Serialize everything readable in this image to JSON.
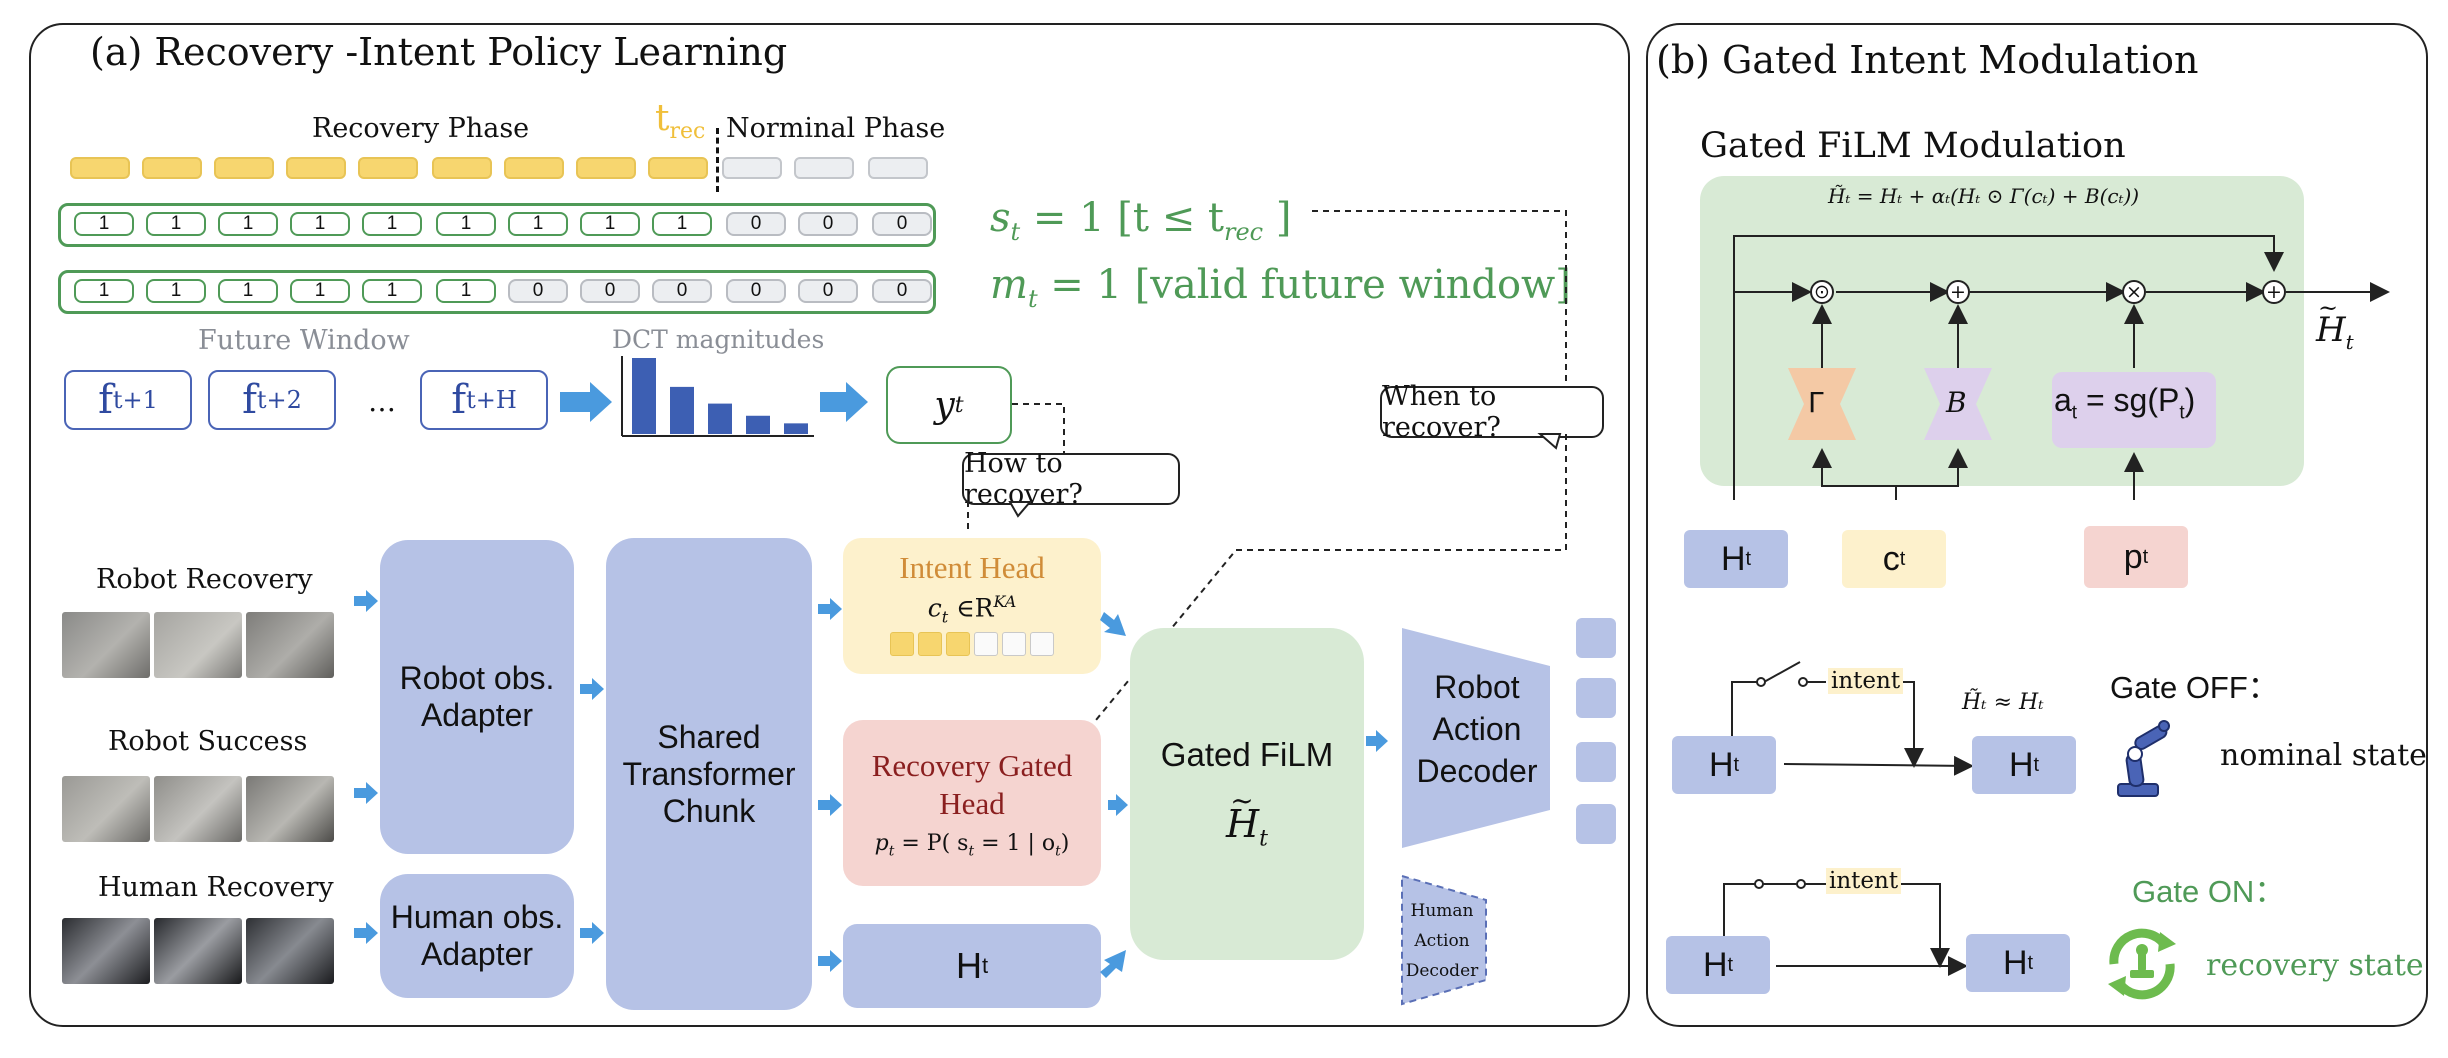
{
  "left": {
    "title": "(a) Recovery -Intent Policy Learning",
    "recovery_phase": "Recovery Phase",
    "nominal_phase": "Norminal Phase",
    "t_rec": "t",
    "t_rec_sub": "rec",
    "s_bits": [
      "1",
      "1",
      "1",
      "1",
      "1",
      "1",
      "1",
      "1",
      "1",
      "0",
      "0",
      "0"
    ],
    "m_bits": [
      "1",
      "1",
      "1",
      "1",
      "1",
      "1",
      "0",
      "0",
      "0",
      "0",
      "0",
      "0"
    ],
    "s_eq": "s",
    "s_eq_sub": "t",
    "s_eq_rest": " = 1 [t ≤ t",
    "s_eq_rest_sub": "rec",
    "s_eq_end": " ]",
    "m_eq": "m",
    "m_eq_sub": "t",
    "m_eq_rest": " = 1 [valid future window]",
    "future_window": "Future Window",
    "dct": "DCT magnitudes",
    "dct_values": [
      1.0,
      0.62,
      0.4,
      0.24,
      0.14
    ],
    "f1": "f",
    "f1_sub": "t+1",
    "f2": "f",
    "f2_sub": "t+2",
    "ellipsis": "…",
    "fh": "f",
    "fh_sub": "t+H",
    "y": "y",
    "y_sub": "t",
    "how": "How to recover?",
    "when": "When to recover?",
    "robot_recovery": "Robot Recovery",
    "robot_success": "Robot Success",
    "human_recovery": "Human Recovery",
    "robot_adapter": "Robot obs. Adapter",
    "human_adapter": "Human obs. Adapter",
    "transformer": "Shared Transformer Chunk",
    "intent_head": "Intent Head",
    "intent_formula": "c",
    "intent_formula_sub": "t",
    "intent_formula_rest": " ∈R",
    "intent_formula_sup": "KA",
    "recovery_head": "Recovery Gated Head",
    "recovery_formula": "p",
    "recovery_formula_sub": "t",
    "recovery_formula_rest": " = P( s",
    "recovery_formula_rest_sub": "t",
    "recovery_formula_end": " = 1 | o",
    "recovery_formula_end_sub": "t",
    "recovery_formula_close": ")",
    "ht": "H",
    "ht_sub": "t",
    "film": "Gated FiLM",
    "film_h": "H",
    "film_h_sub": "t",
    "robot_decoder": "Robot Action Decoder",
    "human_decoder": "Human Action Decoder"
  },
  "right": {
    "title": "(b) Gated Intent Modulation",
    "subtitle": "Gated FiLM Modulation",
    "formula": "H̃ₜ = Hₜ + αₜ(Hₜ ⊙ Γ(cₜ) + B(cₜ))",
    "gamma": "Γ",
    "beta": "B",
    "alpha": "a",
    "alpha_sub": "t",
    "alpha_rest": " = sg(P",
    "alpha_rest_sub": "t",
    "alpha_close": ")",
    "out": "H",
    "out_sub": "t",
    "h_in": "H",
    "h_in_sub": "t",
    "c_in": "c",
    "c_in_sub": "t",
    "p_in": "p",
    "p_in_sub": "t",
    "intent": "intent",
    "approx": "H̃ₜ ≈ Hₜ",
    "gate_off": "Gate OFF：",
    "nominal_state": "nominal state",
    "gate_on": "Gate ON：",
    "recovery_state": "recovery state",
    "hbox": "H",
    "hbox_sub": "t"
  },
  "colors": {
    "blue_block": "#b6c2e6",
    "intent_yellow": "#fdf1cc",
    "recovery_pink": "#f5d4d0",
    "film_green": "#d8ead5",
    "green": "#4f9a57",
    "arrow_blue": "#4a9ade",
    "cell_yellow": "#f7d66f"
  }
}
